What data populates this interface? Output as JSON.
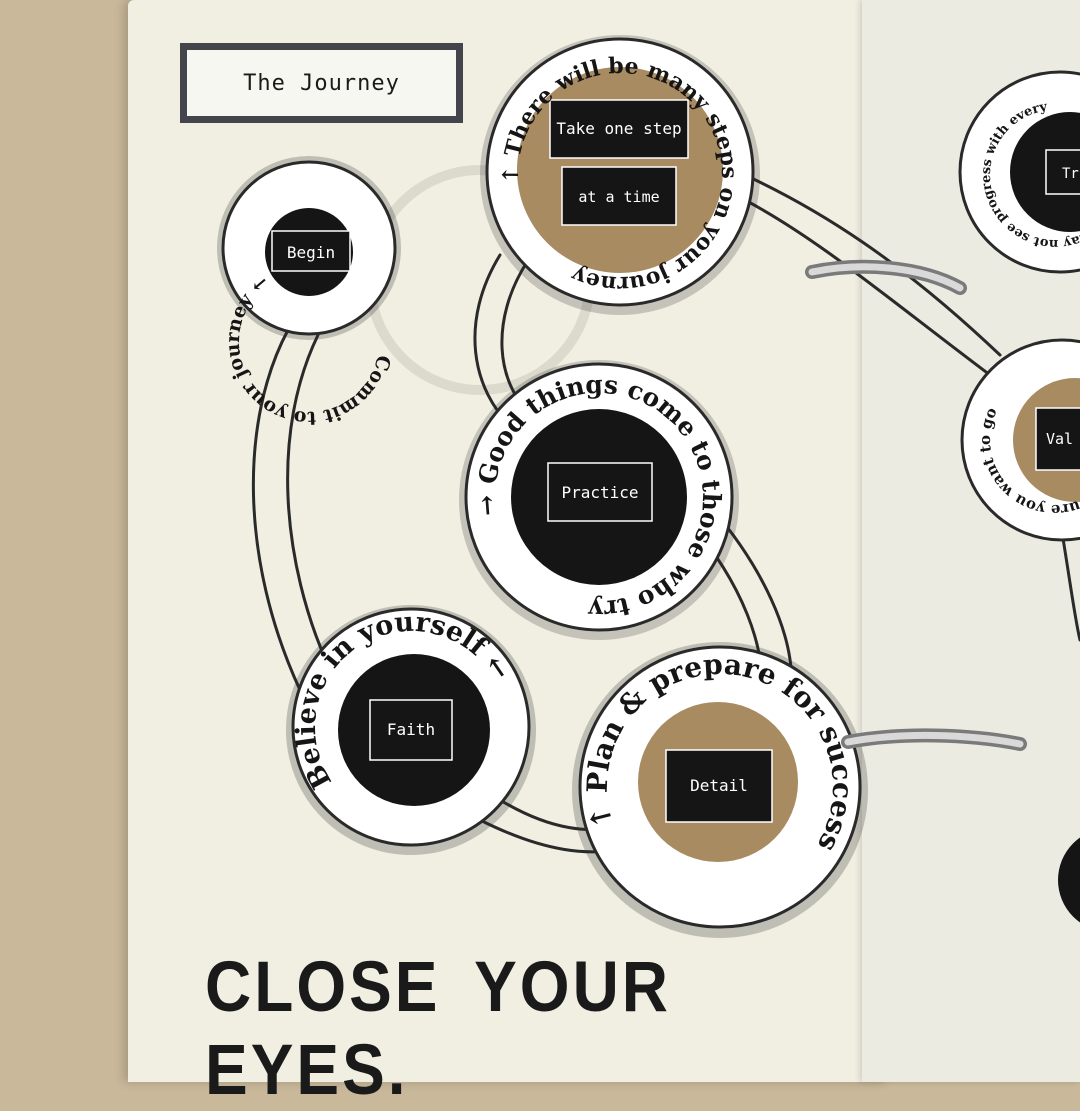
{
  "title_label": "The Journey",
  "bottom_text": "CLOSE YOUR EYES.",
  "nodes": {
    "begin": {
      "ring_text": "Commit to your journey ←",
      "label": "Begin"
    },
    "step": {
      "ring_text": "↑ There will be many steps on your journey",
      "label_1": "Take one step",
      "label_2": "at a time"
    },
    "practice": {
      "ring_text": "→ Good things come to those who try",
      "label": "Practice"
    },
    "faith": {
      "ring_text": "Believe in yourself ←",
      "label": "Faith"
    },
    "detail": {
      "ring_text": "↑ Plan & prepare for success",
      "label": "Detail"
    },
    "right_top": {
      "ring_text": "you may not see progress with every",
      "label": "Tr"
    },
    "right_mid": {
      "ring_text": "↑ Make sure you want to go",
      "label": "Val"
    }
  },
  "colors": {
    "page": "#f1efe2",
    "ink": "#151515",
    "kraft": "#a98b62",
    "background": "#c9b89a"
  }
}
